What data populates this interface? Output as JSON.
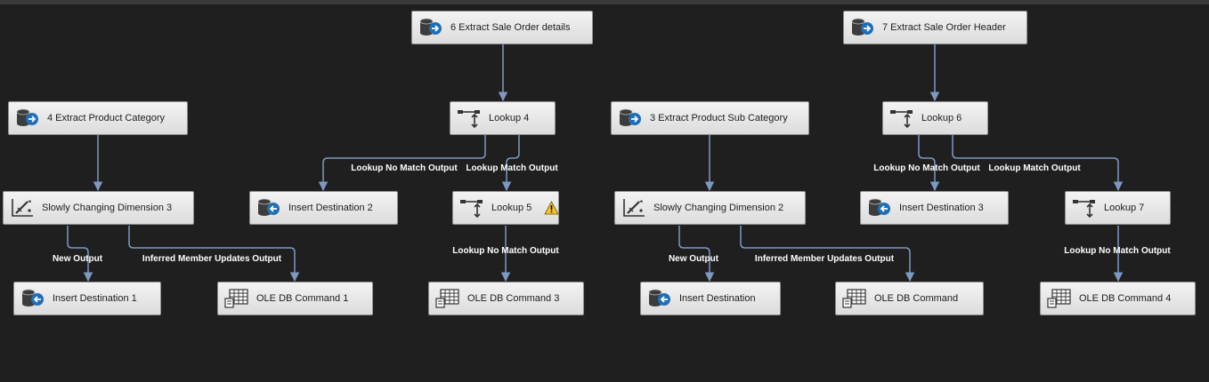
{
  "components": {
    "extract_sale_order_details": {
      "label": "6 Extract Sale Order details",
      "icon": "source-icon"
    },
    "extract_sale_order_header": {
      "label": "7 Extract Sale Order Header",
      "icon": "source-icon"
    },
    "extract_product_category": {
      "label": "4 Extract Product Category",
      "icon": "source-icon"
    },
    "lookup_4": {
      "label": "Lookup 4",
      "icon": "lookup-icon"
    },
    "extract_product_sub_category": {
      "label": "3 Extract Product Sub Category",
      "icon": "source-icon"
    },
    "lookup_6": {
      "label": "Lookup 6",
      "icon": "lookup-icon"
    },
    "scd_3": {
      "label": "Slowly Changing Dimension 3",
      "icon": "scd-icon"
    },
    "insert_destination_2": {
      "label": "Insert Destination 2",
      "icon": "destination-icon"
    },
    "lookup_5": {
      "label": "Lookup 5",
      "icon": "lookup-icon",
      "warning": true
    },
    "scd_2": {
      "label": "Slowly Changing Dimension 2",
      "icon": "scd-icon"
    },
    "insert_destination_3": {
      "label": "Insert Destination 3",
      "icon": "destination-icon"
    },
    "lookup_7": {
      "label": "Lookup 7",
      "icon": "lookup-icon"
    },
    "insert_destination_1": {
      "label": "Insert Destination 1",
      "icon": "destination-icon"
    },
    "ole_db_command_1": {
      "label": "OLE DB Command 1",
      "icon": "oledb-command-icon"
    },
    "ole_db_command_3": {
      "label": "OLE DB Command 3",
      "icon": "oledb-command-icon"
    },
    "insert_destination": {
      "label": "Insert Destination",
      "icon": "destination-icon"
    },
    "ole_db_command": {
      "label": "OLE DB Command",
      "icon": "oledb-command-icon"
    },
    "ole_db_command_4": {
      "label": "OLE DB Command 4",
      "icon": "oledb-command-icon"
    }
  },
  "paths": {
    "lookup4_no_match": "Lookup No Match Output",
    "lookup4_match": "Lookup Match Output",
    "lookup6_no_match": "Lookup No Match Output",
    "lookup6_match": "Lookup Match Output",
    "scd3_new": "New Output",
    "scd3_inferred": "Inferred Member Updates Output",
    "lookup5_no_match": "Lookup No Match Output",
    "scd2_new": "New Output",
    "scd2_inferred": "Inferred Member Updates Output",
    "lookup7_no_match": "Lookup No Match Output"
  },
  "colors": {
    "canvas": "#1f1f1f",
    "wire": "#7d99c2",
    "box_border": "#8f8f8f",
    "label": "#ffffff",
    "icon_blue": "#1f6fb8"
  }
}
